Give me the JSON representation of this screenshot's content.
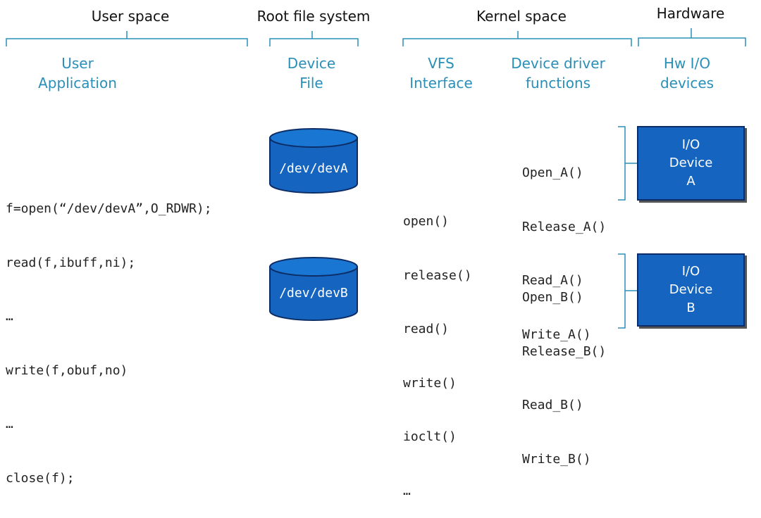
{
  "headers": {
    "user_space": "User space",
    "root_fs": "Root file system",
    "kernel_space": "Kernel space",
    "hardware": "Hardware"
  },
  "columns": {
    "user_app": [
      "User",
      "Application"
    ],
    "device_file": [
      "Device",
      "File"
    ],
    "vfs": [
      "VFS",
      "Interface"
    ],
    "driver": [
      "Device driver",
      "functions"
    ],
    "hw": [
      "Hw I/O",
      "devices"
    ]
  },
  "user_code": [
    "f=open(“/dev/devA”,O_RDWR);",
    "read(f,ibuff,ni);",
    "…",
    "write(f,obuf,no)",
    "…",
    "close(f);"
  ],
  "device_files": [
    "/dev/devA",
    "/dev/devB"
  ],
  "vfs_calls": [
    "open()",
    "release()",
    "read()",
    "write()",
    "ioclt()",
    "…"
  ],
  "driver_a": [
    "Open_A()",
    "Release_A()",
    "Read_A()",
    "Write_A()"
  ],
  "driver_b": [
    "Open_B()",
    "Release_B()",
    "Read_B()",
    "Write_B()"
  ],
  "device_a": [
    "I/O",
    "Device",
    "A"
  ],
  "device_b": [
    "I/O",
    "Device",
    "B"
  ],
  "colors": {
    "accent_text": "#2a8fb8",
    "bracket": "#2a8fb8",
    "device_fill": "#1565c0",
    "device_border": "#0d2d66"
  }
}
